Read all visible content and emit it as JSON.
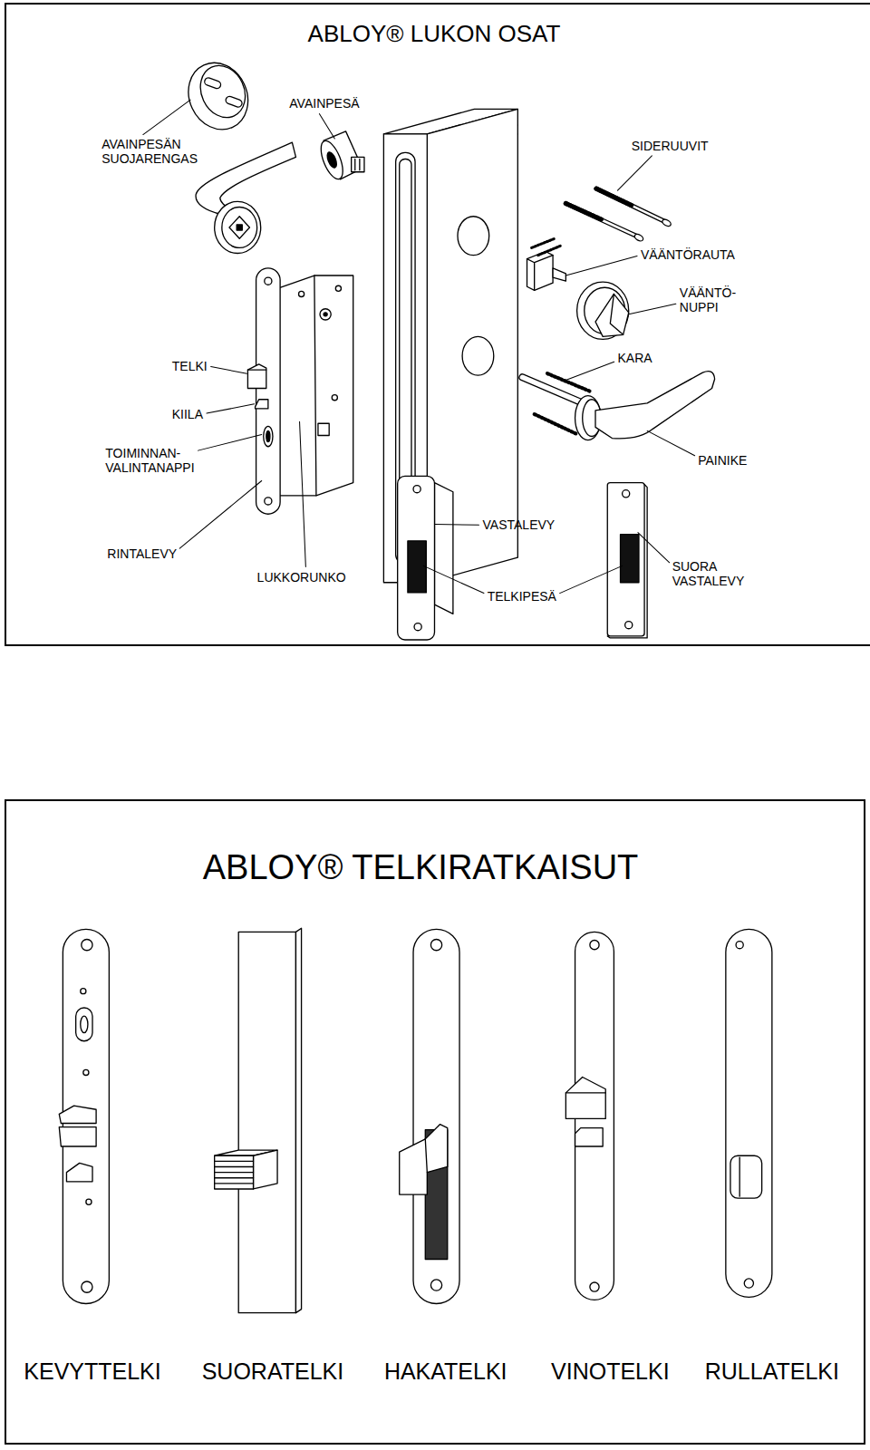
{
  "diagram": {
    "nodes": [
      {
        "text": [
          "ABLOY® LUKON OSAT"
        ]
      },
      {
        "text": [
          "ABLOY® TELKIRATKAISUT"
        ]
      }
    ],
    "labels": [
      "AVAINPESÄ",
      "AVAINPESÄN SUOJARENGAS",
      "SIDERUUVIT",
      "VÄÄNTÖRAUTA",
      "VÄÄNTÖ- NUPPI",
      "KARA",
      "TELKI",
      "KIILA",
      "TOIMINNAN- VALINTANAPPI",
      "PAINIKE",
      "RINTALEVY",
      "LUKKORUNKO",
      "VASTALEVY",
      "TELKIPESÄ",
      "SUORA VASTALEVY",
      "KEVYTTELKI",
      "SUORATELKI",
      "HAKATELKI",
      "VINOTELKI",
      "RULLATELKI"
    ]
  }
}
